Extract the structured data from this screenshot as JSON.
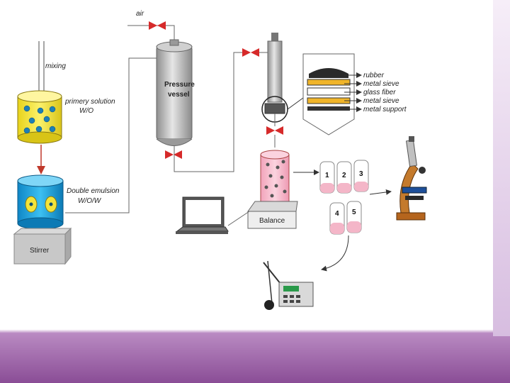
{
  "labels": {
    "air": "air",
    "mixing": "mixing",
    "primary_line1": "primery solution",
    "primary_line2": "W/O",
    "double_line1": "Double emulsion",
    "double_line2": "W/O/W",
    "stirrer": "Stirrer",
    "pressure_line1": "Pressure",
    "pressure_line2": "vessel",
    "balance": "Balance",
    "layers": [
      "rubber",
      "metal sieve",
      "glass fiber",
      "metal sieve",
      "metal support"
    ],
    "tubes": [
      "1",
      "2",
      "3",
      "4",
      "5"
    ]
  },
  "colors": {
    "valve": "#d62a2a",
    "primary_liquid": "#f3e43a",
    "double_liquid": "#1aa3e0",
    "vessel": "#b8b8b8",
    "sample_liquid": "#f4b6c8",
    "slide_band": "#8a4d96"
  },
  "icons": [
    "valve-icon",
    "laptop-icon",
    "microscope-icon",
    "ph-meter-icon",
    "filter-housing-icon"
  ]
}
